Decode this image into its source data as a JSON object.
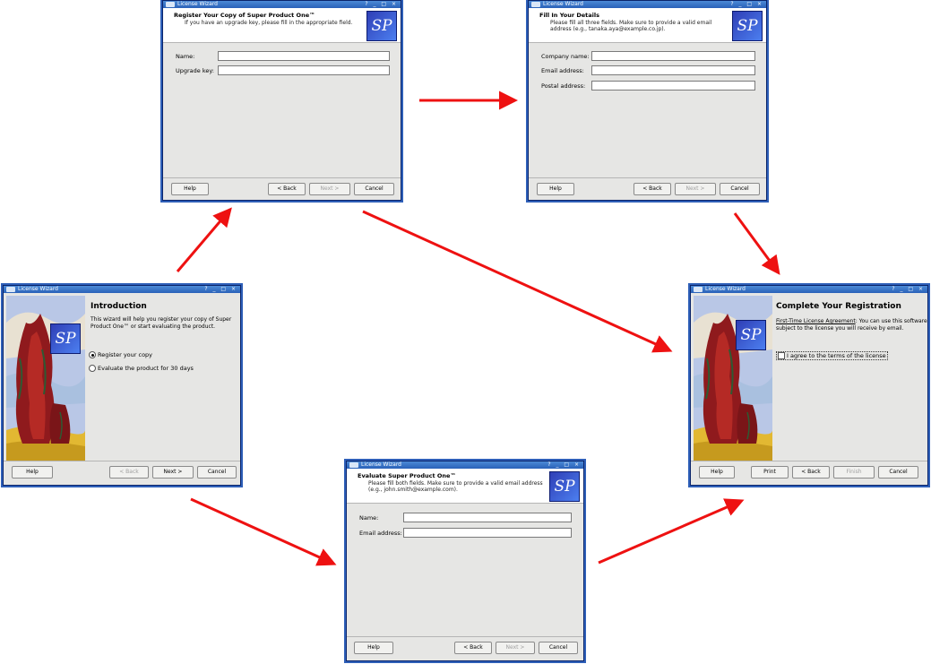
{
  "window_title": "License Wizard",
  "buttons": {
    "help": "Help",
    "back": "< Back",
    "next": "Next >",
    "cancel": "Cancel",
    "print": "Print",
    "finish": "Finish"
  },
  "logo_text": "SP",
  "intro": {
    "title": "Introduction",
    "text": "This wizard will help you register your copy of Super Product One™ or start evaluating the product.",
    "option_register": "Register your copy",
    "option_evaluate": "Evaluate the product for 30 days"
  },
  "register": {
    "title": "Register Your Copy of Super Product One™",
    "subtitle": "If you have an upgrade key, please fill in the appropriate field.",
    "name_label": "Name:",
    "upgrade_label": "Upgrade key:"
  },
  "details": {
    "title": "Fill In Your Details",
    "subtitle": "Please fill all three fields. Make sure to provide a valid email address (e.g., tanaka.aya@example.co.jp).",
    "company_label": "Company name:",
    "email_label": "Email address:",
    "postal_label": "Postal address:"
  },
  "evaluate": {
    "title": "Evaluate Super Product One™",
    "subtitle": "Please fill both fields. Make sure to provide a valid email address (e.g., john.smith@example.com).",
    "name_label": "Name:",
    "email_label": "Email address:"
  },
  "complete": {
    "title": "Complete Your Registration",
    "link": "First-Time License Agreement",
    "text": ": You can use this software subject to the license you will receive by email.",
    "agree": "I agree to the terms of the license"
  },
  "colors": {
    "arrow": "#ee1111",
    "titlebar": "#2a61b8",
    "logo_bg": "#3a52cc"
  }
}
